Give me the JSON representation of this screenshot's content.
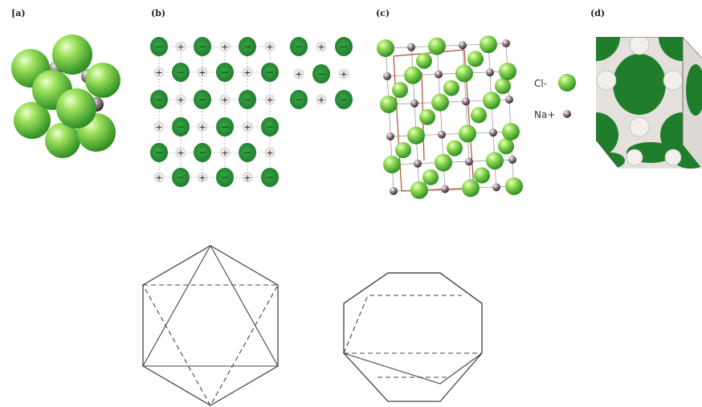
{
  "panels": {
    "a": "[a)",
    "b": "(b)",
    "c": "(c)",
    "d": "(d)"
  },
  "legend": {
    "anion_label": "Cl-",
    "cation_label": "Na+"
  },
  "lattice_b": {
    "plus_sign": "+",
    "minus_sign": "−"
  },
  "colors": {
    "chloride": "#2e9a3a",
    "chloride_light": "#b8f08a",
    "sodium": "#4a2f3a",
    "edge": "#b05030",
    "line": "#333333"
  }
}
